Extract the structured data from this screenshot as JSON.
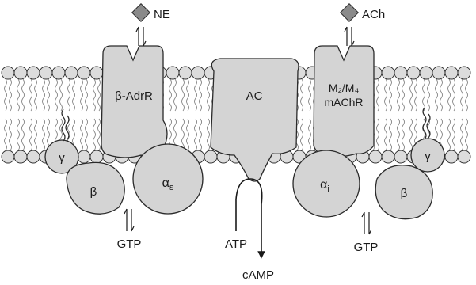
{
  "ligands": {
    "left": "NE",
    "right": "ACh"
  },
  "receptors": {
    "beta_adrenergic": "β-AdrR",
    "adenylyl_cyclase": "AC",
    "muscarinic_line1": "M₂/M₄",
    "muscarinic_line2": "mAChR"
  },
  "g_protein_left": {
    "gamma": "γ",
    "beta": "β",
    "alpha_symbol": "α",
    "alpha_sub": "s"
  },
  "g_protein_right": {
    "gamma": "γ",
    "beta": "β",
    "alpha_symbol": "α",
    "alpha_sub": "i"
  },
  "nucleotides": {
    "gtp_left": "GTP",
    "gtp_right": "GTP",
    "atp": "ATP",
    "camp": "cAMP"
  },
  "colors": {
    "protein_fill": "#d4d4d4",
    "outline": "#2a2a2a",
    "head": "#dcdcdc",
    "tail": "#777777",
    "ligand": "#8a8a8a"
  }
}
